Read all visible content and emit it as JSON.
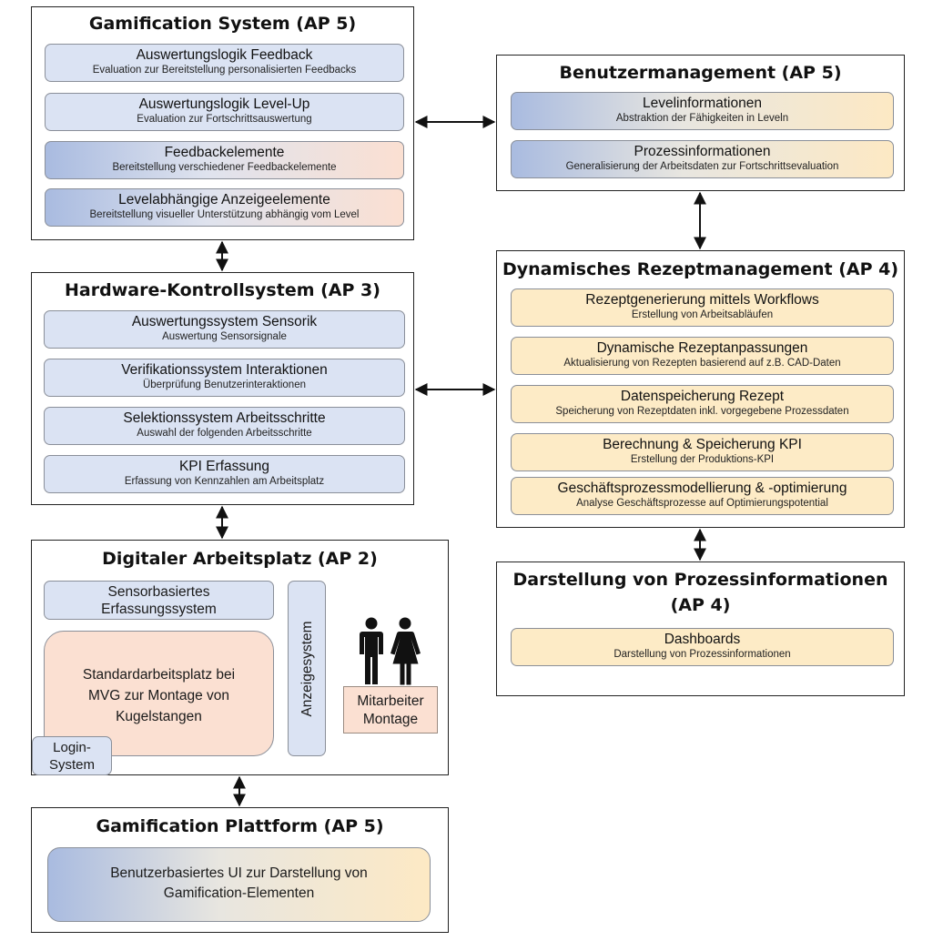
{
  "gamification_system": {
    "title": "Gamification System (AP 5)",
    "items": [
      {
        "title": "Auswertungslogik Feedback",
        "subtitle": "Evaluation zur Bereitstellung personalisierten Feedbacks"
      },
      {
        "title": "Auswertungslogik Level-Up",
        "subtitle": "Evaluation zur Fortschrittsauswertung"
      },
      {
        "title": "Feedbackelemente",
        "subtitle": "Bereitstellung verschiedener Feedbackelemente"
      },
      {
        "title": "Levelabhängige Anzeigeelemente",
        "subtitle": "Bereitstellung visueller Unterstützung abhängig vom Level"
      }
    ]
  },
  "benutzermanagement": {
    "title": "Benutzermanagement (AP 5)",
    "items": [
      {
        "title": "Levelinformationen",
        "subtitle": "Abstraktion der Fähigkeiten in Leveln"
      },
      {
        "title": "Prozessinformationen",
        "subtitle": "Generalisierung  der  Arbeitsdaten zur Fortschrittsevaluation"
      }
    ]
  },
  "hardware_kontrollsystem": {
    "title": "Hardware-Kontrollsystem (AP  3)",
    "items": [
      {
        "title": "Auswertungssystem Sensorik",
        "subtitle": "Auswertung Sensorsignale"
      },
      {
        "title": "Verifikationssystem Interaktionen",
        "subtitle": "Überprüfung Benutzerinteraktionen"
      },
      {
        "title": "Selektionssystem Arbeitsschritte",
        "subtitle": "Auswahl der folgenden Arbeitsschritte"
      },
      {
        "title": "KPI Erfassung",
        "subtitle": "Erfassung von Kennzahlen am Arbeitsplatz"
      }
    ]
  },
  "rezeptmanagement": {
    "title": "Dynamisches Rezeptmanagement (AP 4)",
    "items": [
      {
        "title": "Rezeptgenerierung mittels Workflows",
        "subtitle": "Erstellung von Arbeitsabläufen"
      },
      {
        "title": "Dynamische Rezeptanpassungen",
        "subtitle": "Aktualisierung von Rezepten basierend auf z.B. CAD-Daten"
      },
      {
        "title": "Datenspeicherung Rezept",
        "subtitle": "Speicherung von Rezeptdaten inkl. vorgegebene Prozessdaten"
      },
      {
        "title": "Berechnung & Speicherung KPI",
        "subtitle": "Erstellung der Produktions-KPI"
      },
      {
        "title": "Geschäftsprozessmodellierung & -optimierung",
        "subtitle": "Analyse Geschäftsprozesse auf Optimierungspotential"
      }
    ]
  },
  "digitaler_arbeitsplatz": {
    "title": "Digitaler Arbeitsplatz (AP 2)",
    "sensor_line1": "Sensorbasiertes",
    "sensor_line2": "Erfassungssystem",
    "standard_line1": "Standardarbeitsplatz bei",
    "standard_line2": "MVG zur Montage von",
    "standard_line3": "Kugelstangen",
    "anzeige": "Anzeigesystem",
    "mitarbeiter_line1": "Mitarbeiter",
    "mitarbeiter_line2": "Montage",
    "login_line1": "Login-",
    "login_line2": "System"
  },
  "prozessinformationen": {
    "title_line1": "Darstellung von Prozessinformationen",
    "title_line2": "(AP 4)",
    "items": [
      {
        "title": "Dashboards",
        "subtitle": "Darstellung von Prozessinformationen"
      }
    ]
  },
  "gamification_plattform": {
    "title": "Gamification Plattform (AP 5)",
    "ui_line1": "Benutzerbasiertes UI zur Darstellung von",
    "ui_line2": "Gamification-Elementen"
  },
  "colors": {
    "item_blue": "#dbe3f3",
    "item_yellow": "#fdebc6",
    "item_peach": "#fbe0d2",
    "gradient_blue": "#a9bbe0",
    "border": "#222222"
  }
}
